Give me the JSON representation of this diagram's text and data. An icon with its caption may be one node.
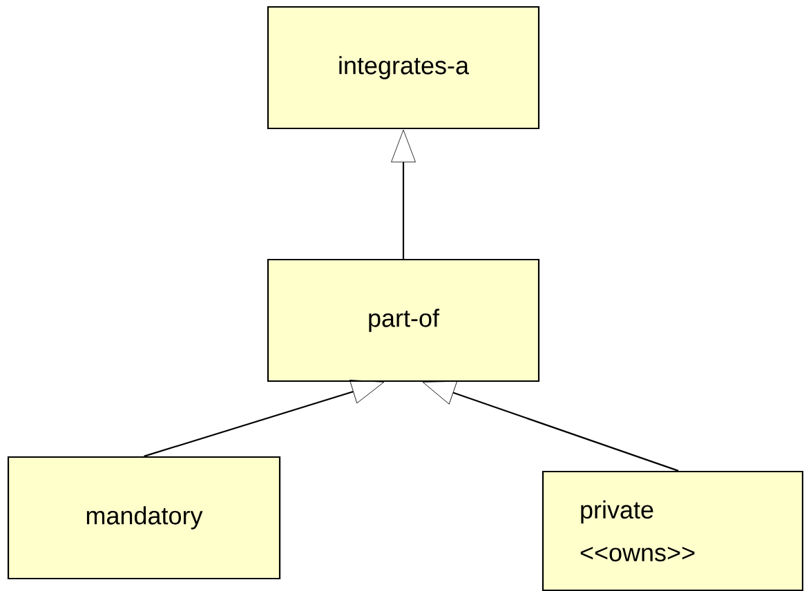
{
  "diagram": {
    "nodes": [
      {
        "text": [
          "integrates-a"
        ]
      },
      {
        "text": [
          "part-of"
        ]
      },
      {
        "text": [
          "mandatory"
        ]
      },
      {
        "text": [
          "private <<owns>>"
        ]
      }
    ],
    "edges": [
      {
        "from": 1,
        "to": 0,
        "arrow": "to"
      },
      {
        "from": 2,
        "to": 1,
        "arrow": "to"
      },
      {
        "from": 3,
        "to": 1,
        "arrow": "to"
      }
    ]
  }
}
